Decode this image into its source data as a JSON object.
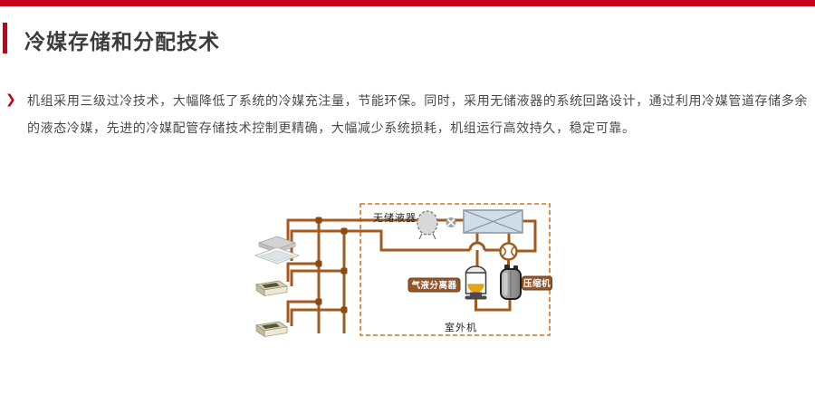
{
  "page": {
    "background": "#ffffff",
    "top_bar_color": "#c7001a"
  },
  "title": {
    "text": "冷媒存储和分配技术",
    "accent_color": "#c7001a"
  },
  "intro": {
    "bullet_icon": "❯",
    "text": "机组采用三级过冷技术，大幅降低了系统的冷媒充注量，节能环保。同时，采用无储液器的系统回路设计，通过利用冷媒管道存储多余的液态冷媒，先进的冷媒配管存储技术控制更精确，大幅减少系统损耗，机组运行高效持久，稳定可靠。"
  },
  "diagram": {
    "labels": {
      "accumulator": "无储液器",
      "separator": "气液分离器",
      "compressor": "压缩机",
      "outdoor_unit": "室外机"
    },
    "colors": {
      "pipe": "#a45a1c",
      "junction": "#8a4a12",
      "dashed_box_border": "#c8762c",
      "label_badge_bg": "#96562c",
      "heat_exchanger_fill": "#cfdde8",
      "separator_ball": "#e7a413",
      "accumulator_ghost": "#d8d8d8",
      "compressor_body": "#9a9a9a"
    }
  }
}
